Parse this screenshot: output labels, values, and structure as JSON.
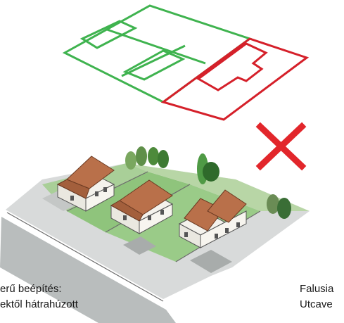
{
  "captions": {
    "left_line1": "erű beépítés:",
    "left_line2": "ektől hátrahúzott",
    "right_line1": "Falusia",
    "right_line2": "Utcave"
  },
  "colors": {
    "plan_ok": "#3fb34f",
    "plan_bad": "#d5202a",
    "cross": "#e2262b",
    "roof": "#b9704a",
    "lawn": "#8fc47c",
    "pavement": "#b9bdbd"
  },
  "icons": {
    "reject_mark": "red-x-cross-icon"
  }
}
